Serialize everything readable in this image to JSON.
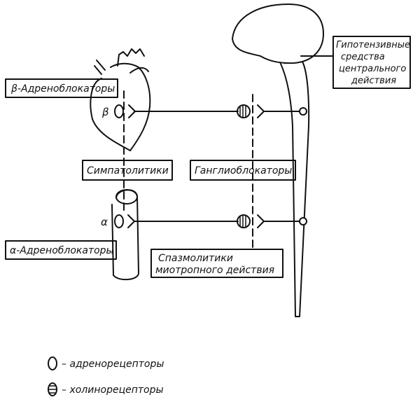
{
  "labels": {
    "beta_blockers": "β-Адреноблокаторы",
    "alpha_blockers": "α-Адреноблокаторы",
    "sympatholytics": "Симпатолитики",
    "ganglion_blockers": "Ганглиоблокаторы",
    "antispasmodics_line1": "Спазмолитики",
    "antispasmodics_line2": "миотропного действия",
    "central_line1": "Гипотензивные",
    "central_line2": "средства",
    "central_line3": "центрального",
    "central_line4": "действия",
    "beta_symbol": "β",
    "alpha_symbol": "α"
  },
  "legend": {
    "adreno": "– адренорецепторы",
    "cholino": "– холинорецепторы"
  },
  "colors": {
    "ink": "#111111",
    "paper": "#ffffff"
  }
}
